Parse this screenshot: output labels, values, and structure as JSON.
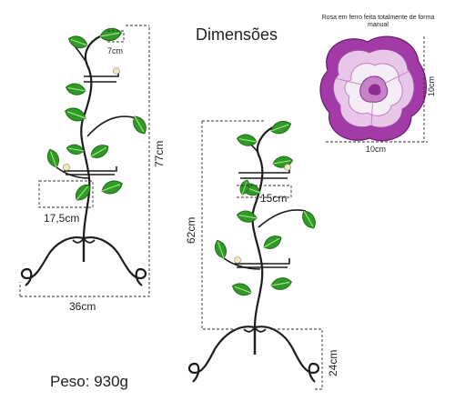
{
  "page": {
    "title": "Dimensões",
    "weight_label": "Peso: 930g"
  },
  "tall_stand": {
    "height_label": "77cm",
    "base_width_label": "36cm",
    "shelf_width_label": "17,5cm",
    "leaf_length_label": "7cm"
  },
  "short_stand": {
    "height_label": "62cm",
    "base_height_label": "24cm",
    "shelf_width_label": "15cm"
  },
  "rose": {
    "caption": "Rosa em ferro feita totalmente de forma manual",
    "width_label": "10cm",
    "height_label": "10cm"
  },
  "colors": {
    "leaf_green": "#2f9a25",
    "iron_black": "#1c1c1c",
    "rose_purple": "#a23aa8",
    "rose_light": "#f6ecf6"
  }
}
